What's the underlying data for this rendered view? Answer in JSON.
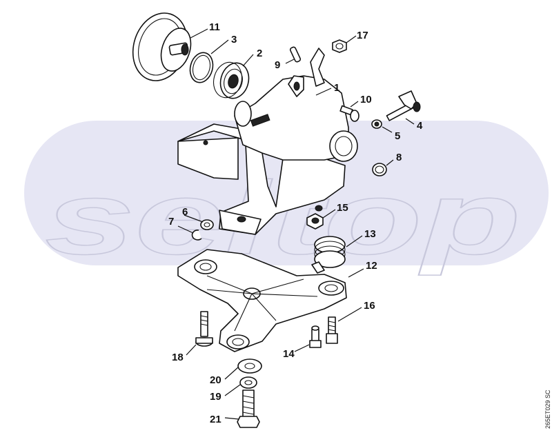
{
  "watermark": "seltop",
  "drawing_code": "265ET029 SC",
  "labels": [
    "1",
    "2",
    "3",
    "4",
    "5",
    "6",
    "7",
    "8",
    "9",
    "10",
    "11",
    "12",
    "13",
    "14",
    "15",
    "16",
    "17",
    "18",
    "19",
    "20",
    "21"
  ],
  "colors": {
    "band": "#e6e6f4",
    "ink": "#111111",
    "watermark_outline": "#c8c8dc"
  }
}
